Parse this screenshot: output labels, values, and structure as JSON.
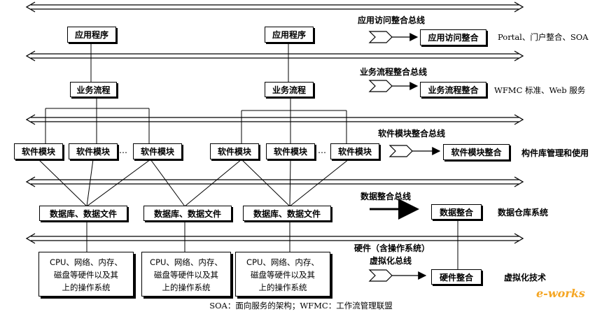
{
  "buses": {
    "app_access": "应用访问整合总线",
    "process": "业务流程整合总线",
    "module": "软件模块整合总线",
    "data": "数据整合总线",
    "hardware_line1": "硬件（含操作系统）",
    "hardware_line2": "虚拟化总线"
  },
  "apps": [
    "应用程序",
    "应用程序"
  ],
  "processes": [
    "业务流程",
    "业务流程"
  ],
  "modules": [
    "软件模块",
    "软件模块",
    "软件模块",
    "软件模块",
    "软件模块",
    "软件模块"
  ],
  "ellipsis": "…",
  "data_files": [
    "数据库、数据文件",
    "数据库、数据文件",
    "数据库、数据文件"
  ],
  "hardware": [
    {
      "l1": "CPU、网络、内存、",
      "l2": "磁盘等硬件以及其",
      "l3": "上的操作系统"
    },
    {
      "l1": "CPU、网络、内存、",
      "l2": "磁盘等硬件以及其",
      "l3": "上的操作系统"
    },
    {
      "l1": "CPU、网络、内存、",
      "l2": "磁盘等硬件以及其",
      "l3": "上的操作系统"
    }
  ],
  "integration": {
    "app": "应用访问整合",
    "process": "业务流程整合",
    "module": "软件模块整合",
    "data": "数据整合",
    "hardware": "硬件整合"
  },
  "technologies": {
    "app": "Portal、门户整合、SOA",
    "process": "WFMC 标准、Web 服务",
    "module": "构件库管理和使用",
    "data": "数据仓库系统",
    "hardware": "虚拟化技术"
  },
  "caption": "SOA：面向服务的架构；WFMC：工作流管理联盟",
  "logo": "e-works"
}
